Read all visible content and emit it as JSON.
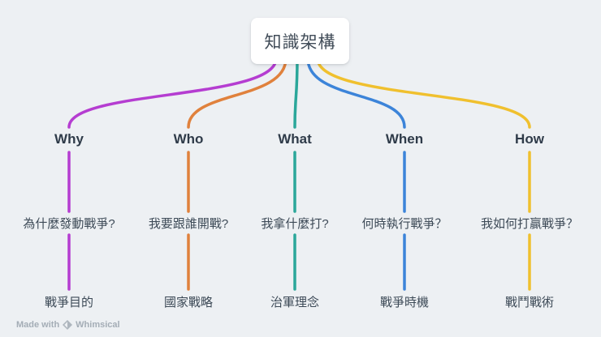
{
  "canvas": {
    "background": "#edf0f3"
  },
  "root": {
    "label": "知識架構"
  },
  "branches": [
    {
      "label": "Why",
      "color": "#b53dd1",
      "question": "為什麼發動戰爭?",
      "leaf": "戰爭目的"
    },
    {
      "label": "Who",
      "color": "#e0813c",
      "question": "我要跟誰開戰?",
      "leaf": "國家戰略"
    },
    {
      "label": "What",
      "color": "#2ba79a",
      "question": "我拿什麼打?",
      "leaf": "治軍理念"
    },
    {
      "label": "When",
      "color": "#3c84d9",
      "question": "何時執行戰爭？",
      "leaf": "戰爭時機"
    },
    {
      "label": "How",
      "color": "#f0c02e",
      "question": "我如何打贏戰爭？",
      "leaf": "戰鬥戰術"
    }
  ],
  "watermark": {
    "prefix": "Made with",
    "brand": "Whimsical",
    "icon": "whimsical-diamond-icon"
  }
}
